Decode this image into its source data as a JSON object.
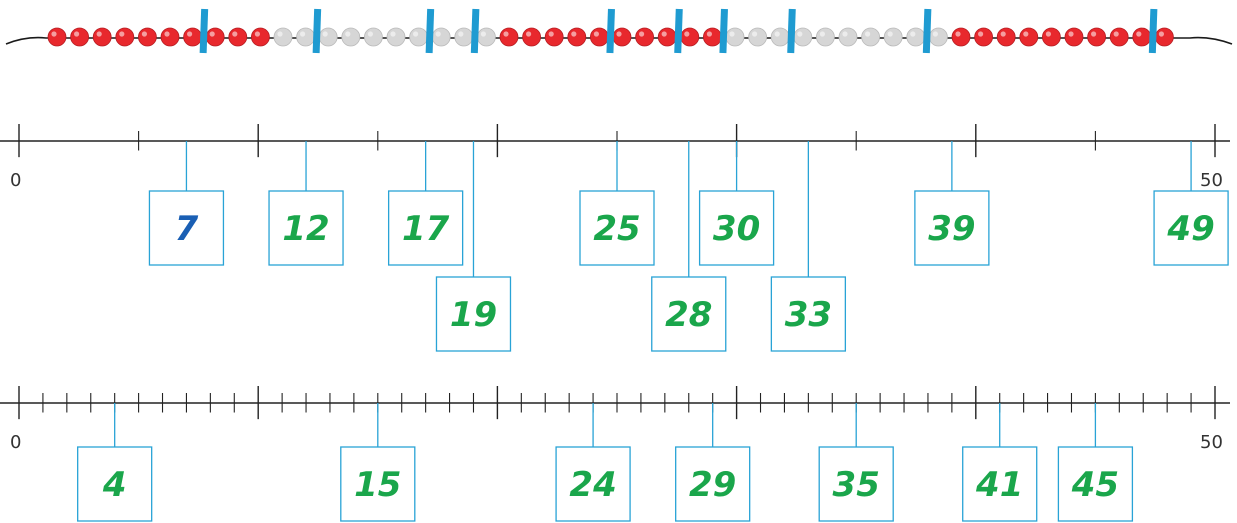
{
  "colors": {
    "bead_red": "#e8282d",
    "bead_gray": "#d6d6d6",
    "clip": "#1f9bd1",
    "box_border": "#29a3d6",
    "line": "#222222",
    "answer_green": "#1aa64b",
    "example_blue": "#1a5fb4"
  },
  "bead_string": {
    "beads": [
      "red",
      "red",
      "red",
      "red",
      "red",
      "red",
      "red",
      "red",
      "red",
      "red",
      "gray",
      "gray",
      "gray",
      "gray",
      "gray",
      "gray",
      "gray",
      "gray",
      "gray",
      "gray",
      "red",
      "red",
      "red",
      "red",
      "red",
      "red",
      "red",
      "red",
      "red",
      "red",
      "gray",
      "gray",
      "gray",
      "gray",
      "gray",
      "gray",
      "gray",
      "gray",
      "gray",
      "gray",
      "red",
      "red",
      "red",
      "red",
      "red",
      "red",
      "red",
      "red",
      "red",
      "red"
    ],
    "clips_after": [
      7,
      12,
      17,
      19,
      25,
      28,
      30,
      33,
      39,
      49
    ]
  },
  "number_lines": [
    {
      "start_label": "0",
      "end_label": "50",
      "min": 0,
      "max": 50,
      "major_step": 10,
      "minor_step": 5,
      "boxes": [
        {
          "value": 7,
          "label": "7",
          "color": "blue",
          "row": 0
        },
        {
          "value": 12,
          "label": "12",
          "color": "green",
          "row": 0
        },
        {
          "value": 17,
          "label": "17",
          "color": "green",
          "row": 0
        },
        {
          "value": 19,
          "label": "19",
          "color": "green",
          "row": 1
        },
        {
          "value": 25,
          "label": "25",
          "color": "green",
          "row": 0
        },
        {
          "value": 28,
          "label": "28",
          "color": "green",
          "row": 1
        },
        {
          "value": 30,
          "label": "30",
          "color": "green",
          "row": 0
        },
        {
          "value": 33,
          "label": "33",
          "color": "green",
          "row": 1
        },
        {
          "value": 39,
          "label": "39",
          "color": "green",
          "row": 0
        },
        {
          "value": 49,
          "label": "49",
          "color": "green",
          "row": 0
        }
      ]
    },
    {
      "start_label": "0",
      "end_label": "50",
      "min": 0,
      "max": 50,
      "major_step": 10,
      "minor_step": 1,
      "boxes": [
        {
          "value": 4,
          "label": "4",
          "color": "green",
          "row": 0
        },
        {
          "value": 15,
          "label": "15",
          "color": "green",
          "row": 0
        },
        {
          "value": 24,
          "label": "24",
          "color": "green",
          "row": 0
        },
        {
          "value": 29,
          "label": "29",
          "color": "green",
          "row": 0
        },
        {
          "value": 35,
          "label": "35",
          "color": "green",
          "row": 0
        },
        {
          "value": 41,
          "label": "41",
          "color": "green",
          "row": 0
        },
        {
          "value": 45,
          "label": "45",
          "color": "green",
          "row": 0
        }
      ]
    }
  ]
}
